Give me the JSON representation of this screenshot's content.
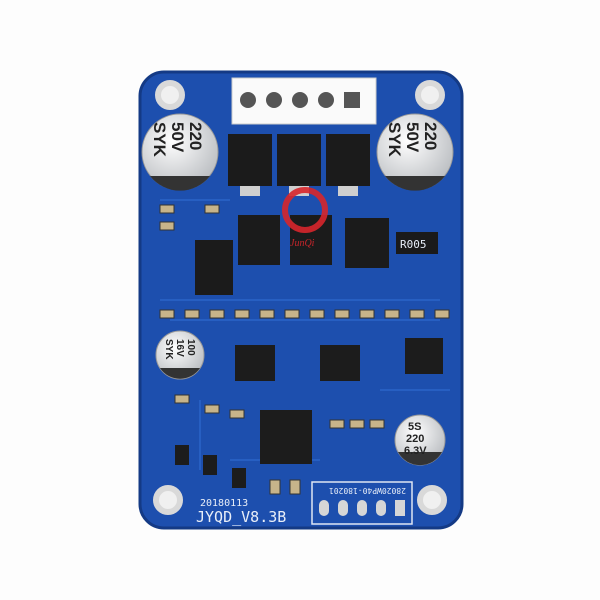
{
  "board": {
    "date_code": "20180113",
    "model": "JYQD_V8.3B",
    "connector_label": "28020WP40-180201",
    "resistor_label": "R005",
    "board_color": "#1d4fae"
  },
  "capacitors": {
    "left_top": [
      "220",
      "50V",
      "SYK"
    ],
    "right_top": [
      "220",
      "50V",
      "SYK"
    ],
    "small_left": [
      "100",
      "16V",
      "SYK"
    ],
    "bottom_right": [
      "5S",
      "220",
      "6.3V"
    ]
  },
  "watermark": {
    "text": "JunQi",
    "color": "#d8262c"
  }
}
